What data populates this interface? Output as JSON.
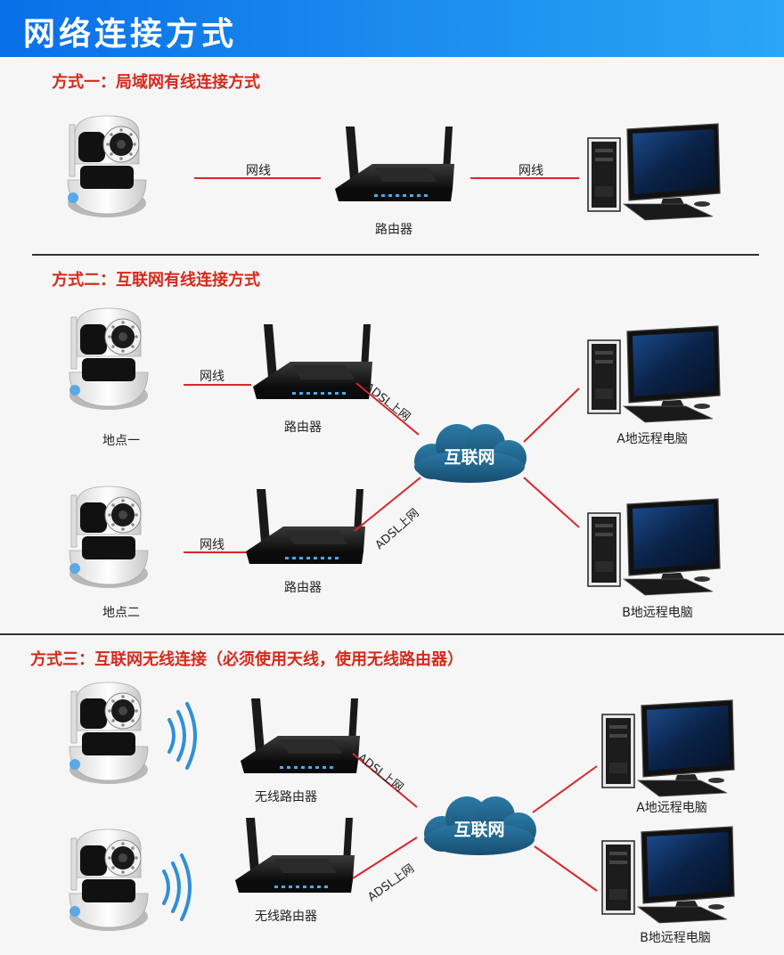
{
  "header": {
    "title": "网络连接方式"
  },
  "section1": {
    "title": "方式一：局域网有线连接方式",
    "cable_left": "网线",
    "cable_right": "网线",
    "router_label": "路由器"
  },
  "section2": {
    "title": "方式二：互联网有线连接方式",
    "site1": {
      "cable": "网线",
      "router": "路由器",
      "location": "地点一",
      "uplink": "ADSL上网"
    },
    "site2": {
      "cable": "网线",
      "router": "路由器",
      "location": "地点二",
      "uplink": "ADSL上网"
    },
    "cloud": "互联网",
    "pc_a": "A地远程电脑",
    "pc_b": "B地远程电脑"
  },
  "section3": {
    "title": "方式三：互联网无线连接（必须使用天线，使用无线路由器）",
    "site1": {
      "router": "无线路由器",
      "uplink": "ADSL上网"
    },
    "site2": {
      "router": "无线路由器",
      "uplink": "ADSL上网"
    },
    "cloud": "互联网",
    "pc_a": "A地远程电脑",
    "pc_b": "B地远程电脑"
  },
  "colors": {
    "banner": "#1581ee",
    "title_red": "#d42a1c",
    "link_red": "#d9262b",
    "cloud": "#1f5f86",
    "wave": "#2f8fd8"
  },
  "icons": [
    "ip-camera-icon",
    "router-icon",
    "desktop-computer-icon",
    "cloud-icon",
    "wifi-wave-icon"
  ]
}
